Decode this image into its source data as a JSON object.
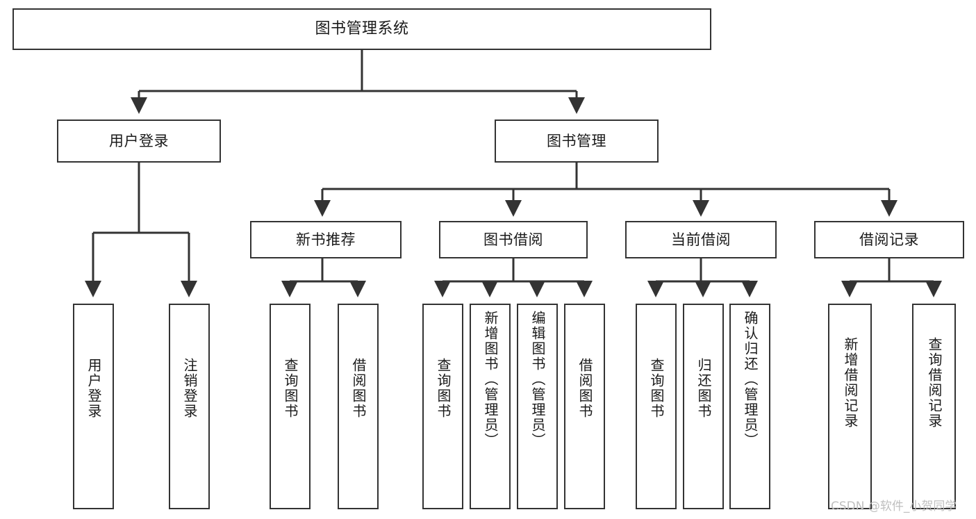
{
  "diagram": {
    "title": "图书管理系统",
    "type": "hierarchy-tree",
    "colors": {
      "box_border": "#333333",
      "box_fill": "#ffffff",
      "edge": "#333333",
      "text": "#1a1a1a",
      "watermark": "#bfbfbf",
      "background": "#ffffff"
    },
    "watermark": "CSDN @软件_小贺同学",
    "levels": {
      "level1": [
        {
          "id": "root",
          "label": "图书管理系统"
        }
      ],
      "level2": [
        {
          "id": "user-login",
          "label": "用户登录"
        },
        {
          "id": "book-manage",
          "label": "图书管理"
        }
      ],
      "level3": [
        {
          "id": "new-book-rec",
          "label": "新书推荐"
        },
        {
          "id": "book-borrow",
          "label": "图书借阅"
        },
        {
          "id": "current-borrow",
          "label": "当前借阅"
        },
        {
          "id": "borrow-record",
          "label": "借阅记录"
        }
      ],
      "level4": [
        {
          "id": "leaf-user-login",
          "label": "用户登录",
          "parent": "user-login"
        },
        {
          "id": "leaf-logout",
          "label": "注销登录",
          "parent": "user-login"
        },
        {
          "id": "leaf-query-book-1",
          "label": "查询图书",
          "parent": "new-book-rec"
        },
        {
          "id": "leaf-borrow-book-1",
          "label": "借阅图书",
          "parent": "new-book-rec"
        },
        {
          "id": "leaf-query-book-2",
          "label": "查询图书",
          "parent": "book-borrow"
        },
        {
          "id": "leaf-add-book",
          "label": "新增图书（管理员）",
          "parent": "book-borrow"
        },
        {
          "id": "leaf-edit-book",
          "label": "编辑图书（管理员）",
          "parent": "book-borrow"
        },
        {
          "id": "leaf-borrow-book-2",
          "label": "借阅图书",
          "parent": "book-borrow"
        },
        {
          "id": "leaf-query-book-3",
          "label": "查询图书",
          "parent": "current-borrow"
        },
        {
          "id": "leaf-return-book",
          "label": "归还图书",
          "parent": "current-borrow"
        },
        {
          "id": "leaf-confirm-return",
          "label": "确认归还（管理员）",
          "parent": "current-borrow"
        },
        {
          "id": "leaf-add-record",
          "label": "新增借阅记录",
          "parent": "borrow-record"
        },
        {
          "id": "leaf-query-record",
          "label": "查询借阅记录",
          "parent": "borrow-record"
        }
      ]
    }
  }
}
